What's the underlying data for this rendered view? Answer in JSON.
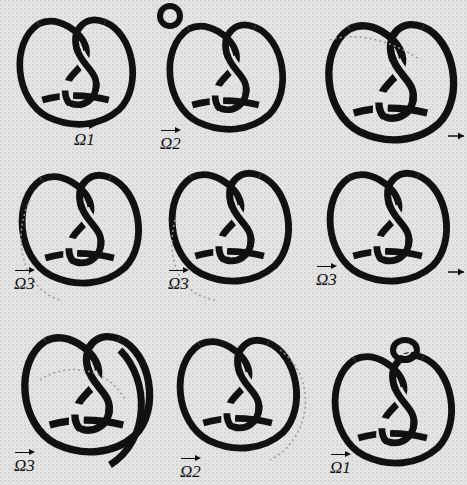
{
  "diagram": {
    "labels": [
      "Ω1",
      "Ω2",
      "Ω3",
      "Ω3",
      "Ω3",
      "Ω3",
      "Ω2",
      "Ω1"
    ]
  }
}
